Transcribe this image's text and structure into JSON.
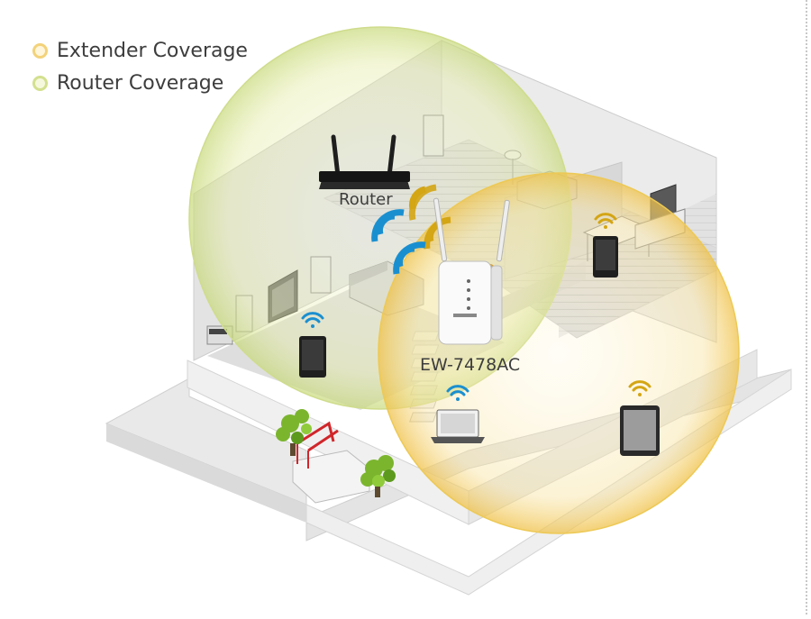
{
  "legend": {
    "extender_label": "Extender Coverage",
    "router_label": "Router Coverage"
  },
  "labels": {
    "router": "Router",
    "extender": "EW-7478AC"
  },
  "colors": {
    "extender_coverage": "#f3c94d",
    "router_coverage": "#c7d97a",
    "wifi_blue": "#1a8fd0",
    "wifi_gold": "#d4a514",
    "floor": "#dedede",
    "wall": "#e6e6e6"
  },
  "icons": [
    "router-icon",
    "range-extender-icon",
    "wifi-signal-icon",
    "tablet-icon",
    "phone-icon",
    "laptop-icon",
    "sofa-icon",
    "tv-icon",
    "plant-icon",
    "stairs-icon"
  ]
}
